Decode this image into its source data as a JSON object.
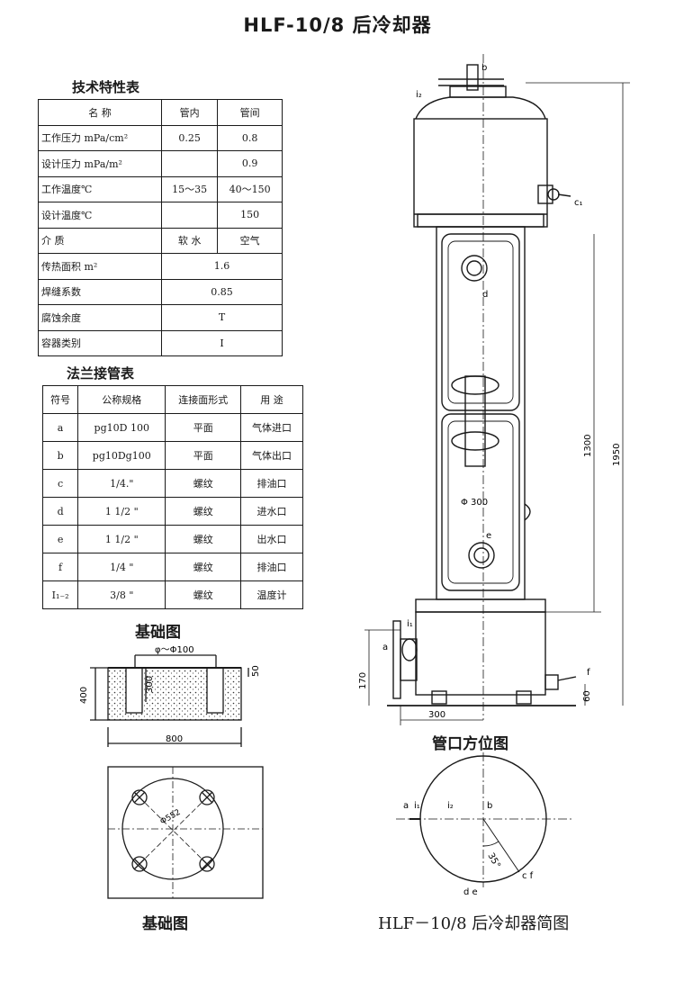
{
  "title": "HLF-10/8 后冷却器",
  "tech_table": {
    "heading": "技术特性表",
    "header": [
      "名 称",
      "管内",
      "管间"
    ],
    "rows": [
      {
        "name": "工作压力 mPa/cm²",
        "inner": "0.25",
        "outer": "0.8"
      },
      {
        "name": "设计压力 mPa/m²",
        "inner": "",
        "outer": "0.9"
      },
      {
        "name": "工作温度℃",
        "inner": "15～35",
        "outer": "40～150"
      },
      {
        "name": "设计温度℃",
        "inner": "",
        "outer": "150"
      },
      {
        "name": "介 质",
        "inner": "软 水",
        "outer": "空气"
      },
      {
        "name": "传热面积 m²",
        "merged": "1.6"
      },
      {
        "name": "焊缝系数",
        "merged": "0.85"
      },
      {
        "name": "腐蚀余度",
        "merged": "T"
      },
      {
        "name": "容器类别",
        "merged": "I"
      }
    ]
  },
  "flange_table": {
    "heading": "法兰接管表",
    "header": [
      "符号",
      "公称规格",
      "连接面形式",
      "用 途"
    ],
    "rows": [
      {
        "sym": "a",
        "spec": "pg10D 100",
        "face": "平面",
        "use": "气体进口"
      },
      {
        "sym": "b",
        "spec": "pg10Dg100",
        "face": "平面",
        "use": "气体出口"
      },
      {
        "sym": "c",
        "spec": "1/4.\"",
        "face": "螺纹",
        "use": "排油口"
      },
      {
        "sym": "d",
        "spec": "1 1/2 \"",
        "face": "螺纹",
        "use": "进水口"
      },
      {
        "sym": "e",
        "spec": "1 1/2 \"",
        "face": "螺纹",
        "use": "出水口"
      },
      {
        "sym": "f",
        "spec": "1/4 \"",
        "face": "螺纹",
        "use": "排油口"
      },
      {
        "sym": "I₁₋₂",
        "spec": "3/8 \"",
        "face": "螺纹",
        "use": "温度计"
      }
    ]
  },
  "foundation": {
    "title_top": "基础图",
    "title_bottom": "基础图",
    "dim_phi": "φ～Φ100",
    "dim_300": "300",
    "dim_400": "400",
    "dim_50": "50",
    "dim_800": "800",
    "dim_552": "Φ552"
  },
  "elevation": {
    "labels": {
      "b": "b",
      "i2": "i₂",
      "c1": "c₁",
      "d": "d",
      "phi300": "Φ 300",
      "e": "e",
      "i1": "i₁",
      "a": "a",
      "f": "f"
    },
    "dims": {
      "d1300": "1300",
      "d1950": "1950",
      "d170": "170",
      "d60": "60",
      "d300": "300"
    }
  },
  "port_diagram": {
    "title": "管口方位图",
    "labels": {
      "a": "a",
      "i1": "i₁",
      "i2": "i₂",
      "b": "b",
      "angle": "35°",
      "cf": "c f",
      "de": "d e"
    }
  },
  "footer_caption": "HLF－10/8 后冷却器简图"
}
